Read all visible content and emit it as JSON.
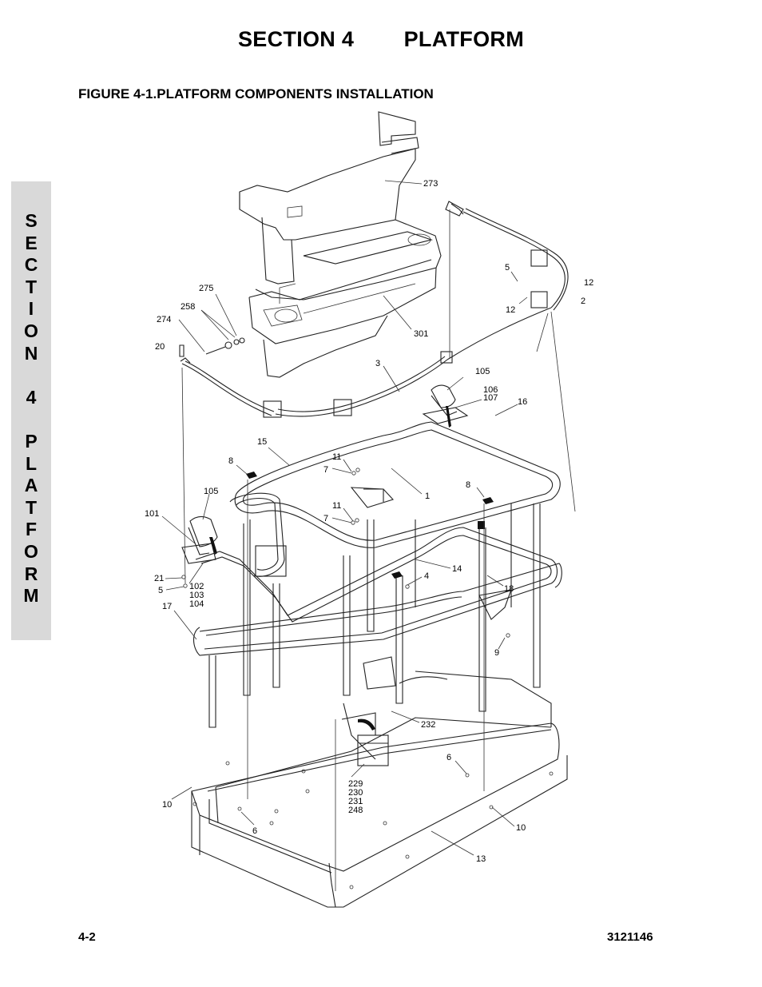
{
  "header": {
    "section_title": "SECTION 4        PLATFORM",
    "figure_title": "FIGURE 4-1.PLATFORM COMPONENTS INSTALLATION"
  },
  "side_tab": {
    "letters": [
      "S",
      "E",
      "C",
      "T",
      "I",
      "O",
      "N",
      "",
      "4",
      "",
      "P",
      "L",
      "A",
      "T",
      "F",
      "O",
      "R",
      "M"
    ]
  },
  "callouts": {
    "c273": "273",
    "c275": "275",
    "c258": "258",
    "c274": "274",
    "c20": "20",
    "c301": "301",
    "c3": "3",
    "c5a": "5",
    "c12a": "12",
    "c12b": "12",
    "c2": "2",
    "c105a": "105",
    "c106": "106",
    "c107": "107",
    "c16": "16",
    "c15": "15",
    "c8a": "8",
    "c11a": "11",
    "c7a": "7",
    "c1": "1",
    "c8b": "8",
    "c11b": "11",
    "c7b": "7",
    "c105b": "105",
    "c101": "101",
    "c14": "14",
    "c4": "4",
    "c21": "21",
    "c5b": "5",
    "c102": "102",
    "c103": "103",
    "c104": "104",
    "c17": "17",
    "c18": "18",
    "c9": "9",
    "c232": "232",
    "c6a": "6",
    "c229": "229",
    "c230": "230",
    "c231": "231",
    "c248": "248",
    "c10a": "10",
    "c6b": "6",
    "c10b": "10",
    "c13": "13"
  },
  "footer": {
    "page_number": "4-2",
    "doc_number": "3121146"
  }
}
